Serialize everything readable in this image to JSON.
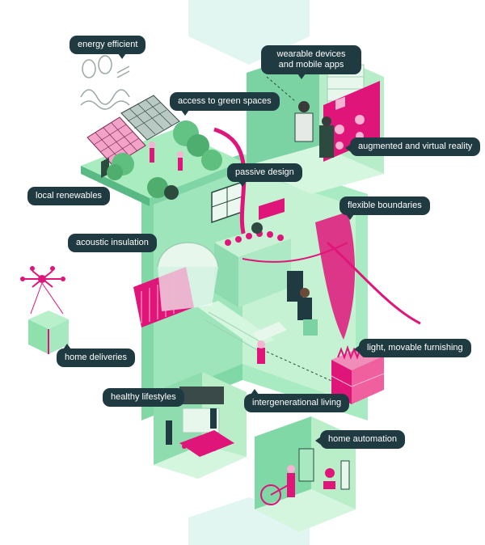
{
  "labels": {
    "energy_efficient": "energy efficient",
    "wearable_devices": "wearable devices and mobile apps",
    "access_green_spaces": "access to green spaces",
    "augmented_virtual_reality": "augmented and virtual reality",
    "passive_design": "passive design",
    "local_renewables": "local renewables",
    "flexible_boundaries": "flexible boundaries",
    "acoustic_insulation": "acoustic insulation",
    "light_movable_furnishing": "light, movable furnishing",
    "home_deliveries": "home deliveries",
    "healthy_lifestyles": "healthy lifestyles",
    "intergenerational_living": "intergenerational living",
    "home_automation": "home automation"
  },
  "colors": {
    "callout_bg": "#1f3a40",
    "mint_light": "#c9f3d6",
    "mint": "#8fe1ae",
    "mint_dark": "#5cc08a",
    "teal_wall": "#6fcf9f",
    "magenta": "#e0157a",
    "pink_light": "#f7b3d2",
    "backdrop": "#e2f6f1"
  }
}
